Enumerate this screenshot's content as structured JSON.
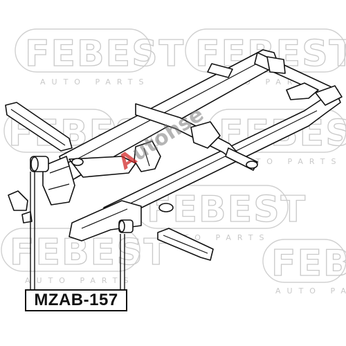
{
  "watermark": {
    "brand": "FEBEST",
    "sub": "AUTO PARTS",
    "color": "#c9c9c9"
  },
  "stamp": {
    "first_letter": "A",
    "rest": "utohse",
    "accent_color": "#d22828"
  },
  "diagram": {
    "part_label": "MZAB-157"
  }
}
